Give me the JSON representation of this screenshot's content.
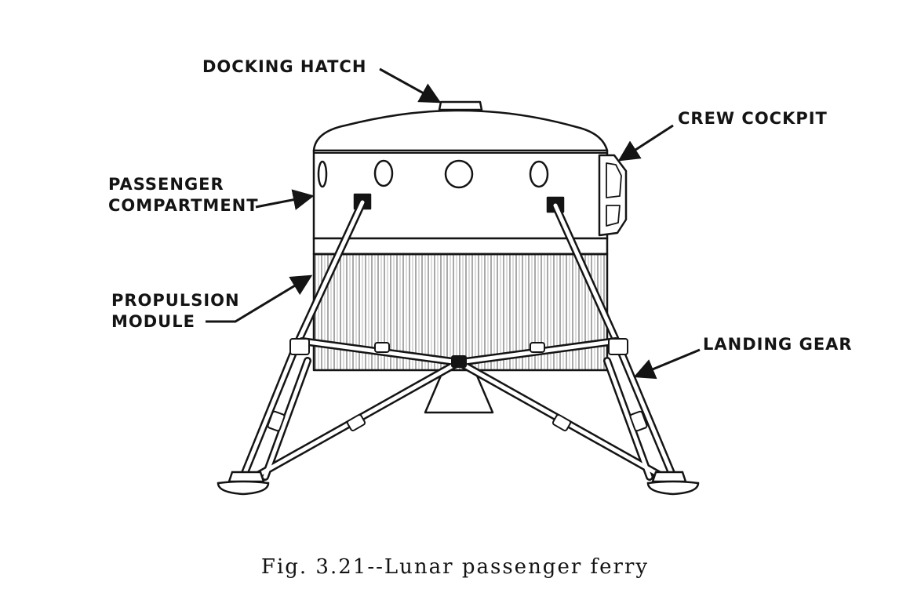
{
  "labels": {
    "docking_hatch": "DOCKING HATCH",
    "crew_cockpit": "CREW COCKPIT",
    "passenger_compartment": [
      "PASSENGER",
      "COMPARTMENT"
    ],
    "propulsion_module": [
      "PROPULSION",
      "MODULE"
    ],
    "landing_gear": "LANDING GEAR"
  },
  "caption": "Fig. 3.21--Lunar passenger ferry",
  "colors": {
    "ink": "#141414",
    "paper": "#ffffff",
    "hatch": "#8c8c8c"
  }
}
